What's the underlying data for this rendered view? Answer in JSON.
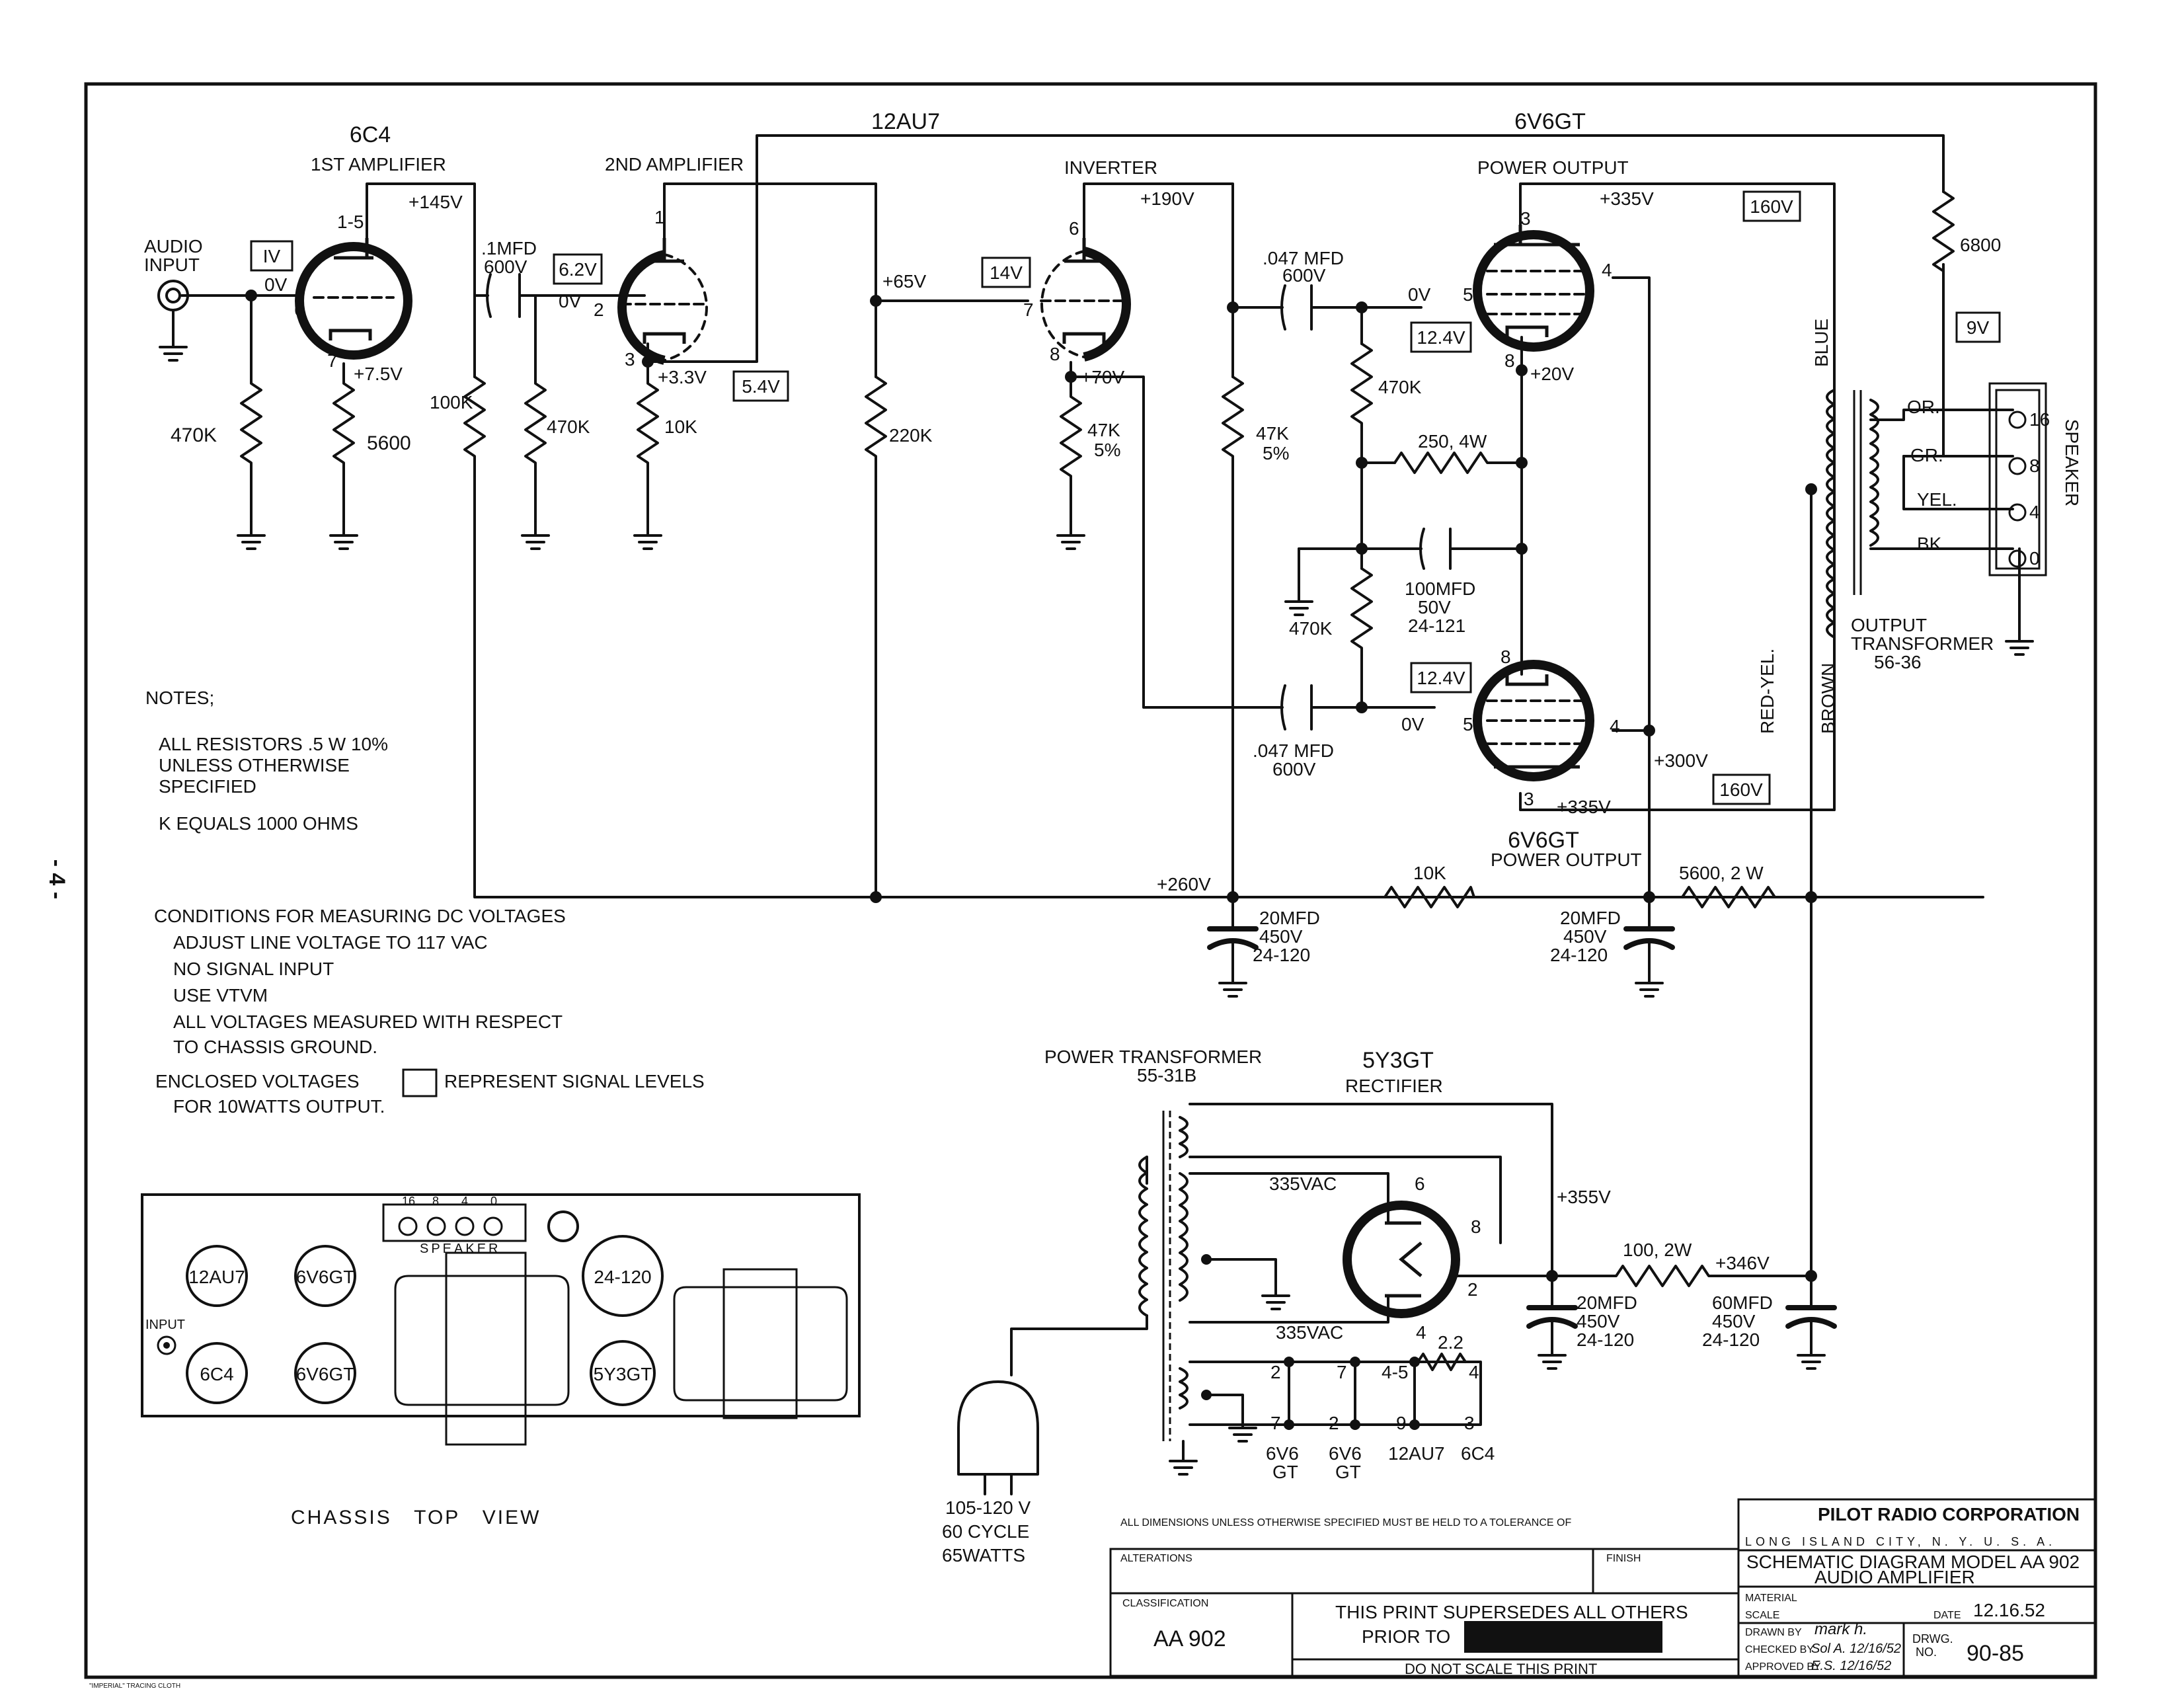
{
  "page_number": "- 4 -",
  "tubes": {
    "v1": {
      "type": "6C4",
      "role": "1ST AMPLIFIER"
    },
    "v2": {
      "type": "12AU7",
      "role": "2ND AMPLIFIER"
    },
    "v3": {
      "role": "INVERTER"
    },
    "v4": {
      "type": "6V6GT",
      "role": "POWER OUTPUT"
    },
    "v5": {
      "type": "6V6GT",
      "role": "POWER OUTPUT"
    },
    "v6": {
      "type": "5Y3GT",
      "role": "RECTIFIER"
    }
  },
  "labels": {
    "audio_input": "AUDIO\nINPUT",
    "signal_levels": [
      "IV",
      "6.2V",
      "5.4V",
      "14V",
      "12.4V",
      "12.4V",
      "160V",
      "160V",
      "9V"
    ],
    "voltages": [
      "0V",
      "+145V",
      "+7.5V",
      "0V",
      "+3.3V",
      "+65V",
      "+190V",
      "+70V",
      "0V",
      "+335V",
      "+20V",
      "0V",
      "+300V",
      "+335V",
      "+260V",
      "+355V",
      "+346V"
    ],
    "pins": [
      "1-5",
      "6",
      "7",
      "1",
      "2",
      "3",
      "6",
      "7",
      "8",
      "3",
      "5",
      "4",
      "8",
      "8",
      "5",
      "4",
      "3",
      "6",
      "8",
      "2",
      "4"
    ],
    "components": [
      "470K",
      "5600",
      ".1MFD\n600V",
      "100K",
      "470K",
      "10K",
      "220K",
      "47K\n5%",
      "47K\n5%",
      ".047MFD\n600V",
      "470K",
      "250, 4W",
      "100MFD\n50V\n24-121",
      "470K",
      ".047MFD\n600V",
      "6800",
      "10K",
      "20MFD\n450V\n24-120",
      "5600, 2 W",
      "20MFD\n450V\n24-120",
      "100, 2W",
      "20MFD\n450V\n24-120",
      "60MFD\n450V\n24-120",
      "2.2"
    ],
    "transformer": [
      "BLUE",
      "RED-YEL.",
      "BROWN",
      "OUTPUT\nTRANSFORMER\n56-36",
      "OR.",
      "GR.",
      "YEL.",
      "BK"
    ],
    "speaker": {
      "title": "SPEAKER",
      "taps": [
        "16",
        "8",
        "4",
        "0"
      ]
    },
    "power": {
      "transformer": "POWER TRANSFORMER\n55-31B",
      "vac_top": "335VAC",
      "vac_bottom": "335VAC",
      "plug": "105-120 V\n60 CYCLE\n65WATTS"
    },
    "heaters": {
      "pins": [
        "2",
        "7",
        "4-5",
        "4",
        "7",
        "2",
        "9",
        "3"
      ],
      "tubes": [
        "6V6\nGT",
        "6V6\nGT",
        "12AU7",
        "6C4"
      ]
    }
  },
  "notes": {
    "title": "NOTES;",
    "items": [
      "ALL RESISTORS .5 W 10%\nUNLESS OTHERWISE\nSPECIFIED",
      "K EQUALS 1000 OHMS"
    ],
    "conditions": [
      "CONDITIONS FOR MEASURING DC VOLTAGES",
      "ADJUST LINE VOLTAGE TO 117 VAC",
      "NO SIGNAL INPUT",
      "USE VTVM",
      "ALL VOLTAGES MEASURED WITH RESPECT",
      "TO CHASSIS GROUND."
    ],
    "enclosed_1": "ENCLOSED VOLTAGES",
    "enclosed_2": "REPRESENT SIGNAL LEVELS",
    "enclosed_3": "FOR 10WATTS OUTPUT."
  },
  "chassis": {
    "title": "CHASSIS TOP VIEW",
    "input": "INPUT",
    "speaker": "SPEAKER",
    "taps": [
      "16",
      "8",
      "4",
      "0"
    ],
    "sockets": [
      "12AU7",
      "6V6GT",
      "24-120",
      "6C4",
      "6V6GT",
      "5Y3GT"
    ]
  },
  "title_block": {
    "company": "PILOT RADIO CORPORATION",
    "location": "LONG ISLAND CITY, N. Y. U. S. A.",
    "title_1": "SCHEMATIC DIAGRAM MODEL AA 902",
    "title_2": "AUDIO AMPLIFIER",
    "material": "MATERIAL",
    "scale": "SCALE",
    "date_label": "DATE",
    "date": "12.16.52",
    "drawn_by_label": "DRAWN BY",
    "drawn_by": "mark h.",
    "checked_by_label": "CHECKED BY",
    "checked_by": "Sol A. 12/16/52",
    "approved_by_label": "APPROVED BY",
    "approved_by": "E.S. 12/16/52",
    "dwg_label": "DRWG.\nNO.",
    "dwg_no": "90-85",
    "dimensions": "ALL DIMENSIONS UNLESS OTHERWISE SPECIFIED\nMUST BE HELD TO A TOLERANCE OF",
    "alterations": "ALTERATIONS",
    "finish": "FINISH",
    "classification": "CLASSIFICATION",
    "class_value": "AA 902",
    "supersedes": "THIS PRINT SUPERSEDES ALL OTHERS",
    "prior_to": "PRIOR TO",
    "no_scale": "DO NOT SCALE THIS PRINT"
  },
  "paper_mark": "\"IMPERIAL\" TRACING CLOTH"
}
